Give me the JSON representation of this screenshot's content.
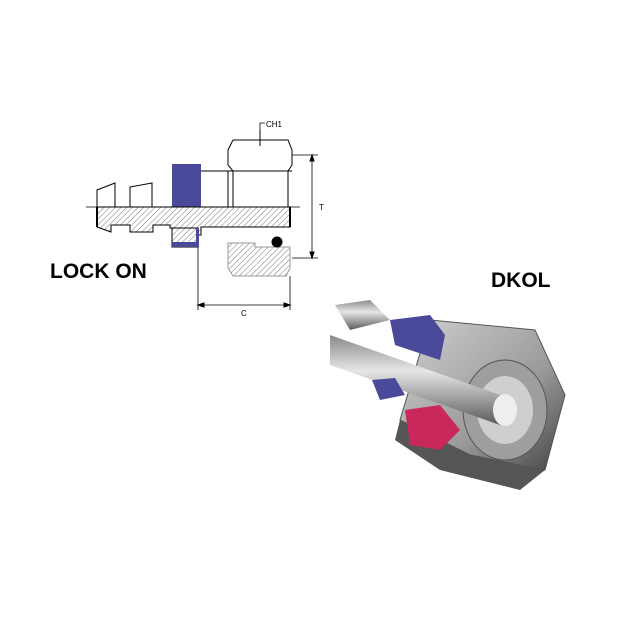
{
  "drawing": {
    "title": "LOCK ON",
    "dimensions": {
      "hex": "CH1",
      "thread": "T",
      "length": "C"
    }
  },
  "render": {
    "title": "DKOL"
  },
  "colors": {
    "collar": "#4b4a9a",
    "insert": "#c8285a",
    "metal": "#b9b9b9"
  }
}
